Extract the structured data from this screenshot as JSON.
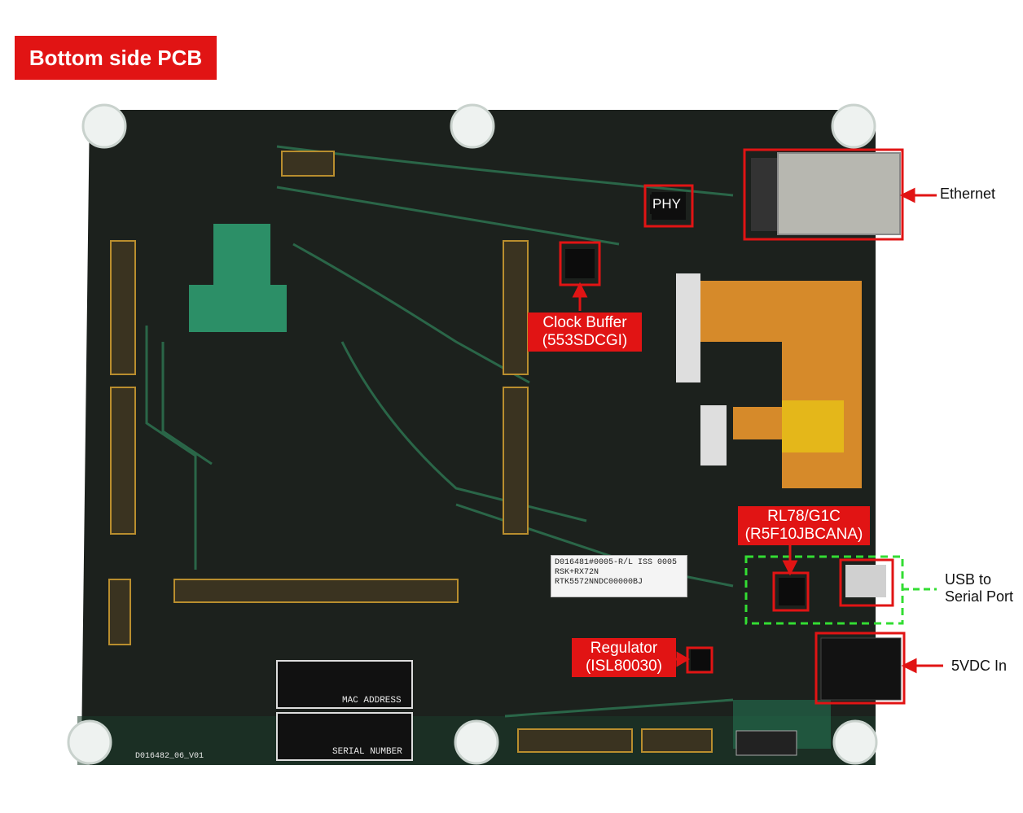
{
  "title": "Bottom side PCB",
  "callouts": {
    "phy": "PHY",
    "clock_buffer": [
      "Clock Buffer",
      "(553SDCGI)"
    ],
    "rl78": [
      "RL78/G1C",
      "(R5F10JBCANA)"
    ],
    "regulator": [
      "Regulator",
      "(ISL80030)"
    ]
  },
  "side_labels": {
    "ethernet": "Ethernet",
    "usb": [
      "USB to",
      "Serial Port"
    ],
    "power": "5VDC In"
  },
  "board_text": {
    "sticker": [
      "D016481#0005-R/L ISS 0005",
      "RSK+RX72N",
      "RTK5572NNDC00000BJ"
    ],
    "mac_address": "MAC ADDRESS",
    "serial_number": "SERIAL NUMBER",
    "board_id": "D016482_06_V01"
  },
  "colors": {
    "pcb": "#1c211d",
    "callout": "#e11414",
    "usb_box": "#33dd33",
    "flex_cable": "#d68a2a",
    "header_pins": "#b98e2e"
  }
}
